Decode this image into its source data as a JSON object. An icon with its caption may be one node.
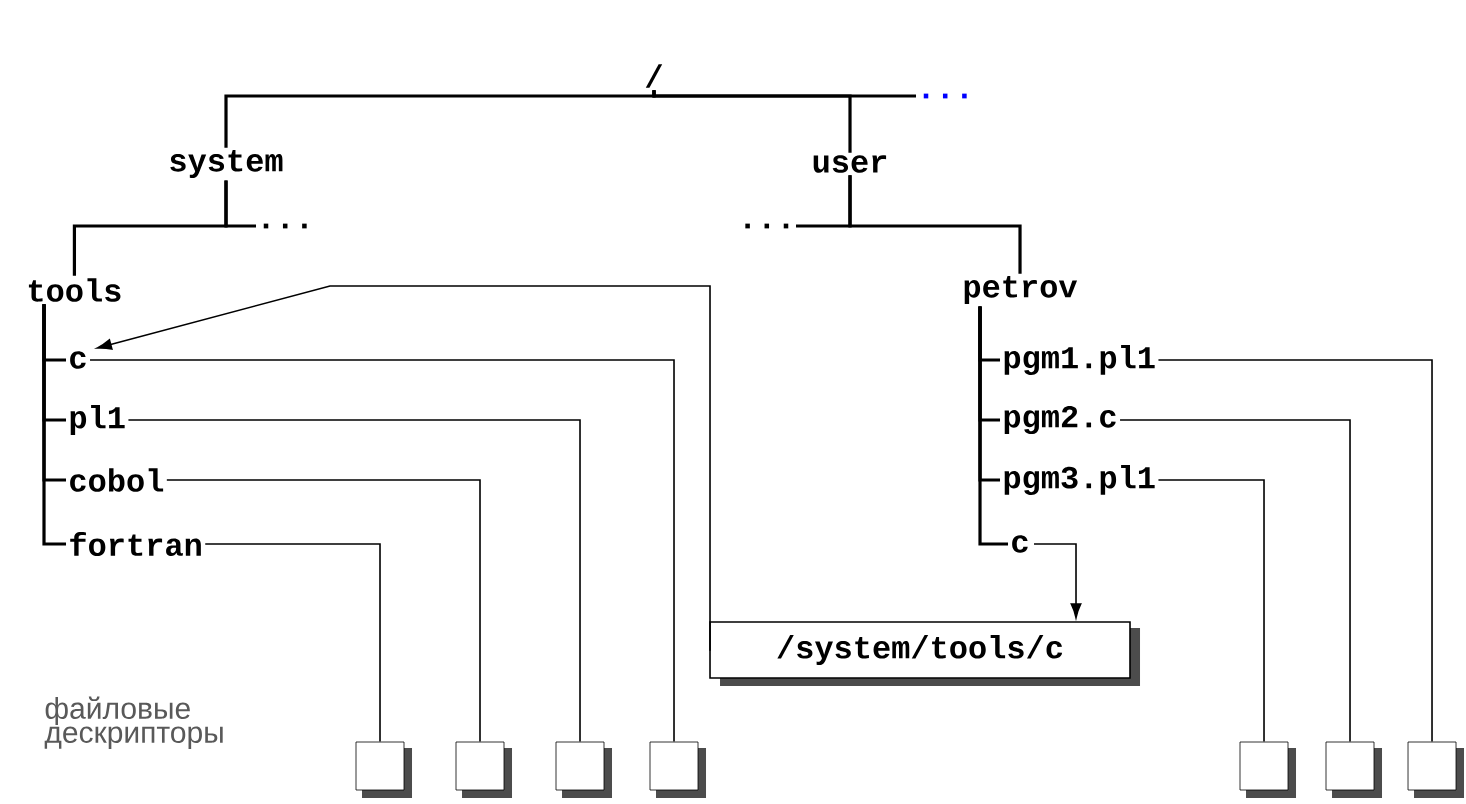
{
  "diagram": {
    "nodes": [
      {
        "text": [
          "/"
        ]
      },
      {
        "text": [
          "system"
        ]
      },
      {
        "text": [
          "user"
        ]
      },
      {
        "text": [
          "..."
        ]
      },
      {
        "text": [
          "..."
        ]
      },
      {
        "text": [
          "..."
        ]
      },
      {
        "text": [
          "tools"
        ]
      },
      {
        "text": [
          "c"
        ]
      },
      {
        "text": [
          "pl1"
        ]
      },
      {
        "text": [
          "cobol"
        ]
      },
      {
        "text": [
          "fortran"
        ]
      },
      {
        "text": [
          "petrov"
        ]
      },
      {
        "text": [
          "pgm1.pl1"
        ]
      },
      {
        "text": [
          "pgm2.c"
        ]
      },
      {
        "text": [
          "pgm3.pl1"
        ]
      },
      {
        "text": [
          "c"
        ]
      },
      {
        "text": [
          "/system/tools/c"
        ]
      },
      {
        "text": [],
        "shape": "box"
      },
      {
        "text": [],
        "shape": "box"
      },
      {
        "text": [],
        "shape": "box"
      },
      {
        "text": [],
        "shape": "box"
      },
      {
        "text": [],
        "shape": "box"
      },
      {
        "text": [],
        "shape": "box"
      },
      {
        "text": [],
        "shape": "box"
      }
    ],
    "edges": [
      {
        "from": 0,
        "to": 1,
        "arrow": "none"
      },
      {
        "from": 0,
        "to": 2,
        "arrow": "none"
      },
      {
        "from": 0,
        "to": 3,
        "arrow": "none"
      },
      {
        "from": 1,
        "to": 6,
        "arrow": "none"
      },
      {
        "from": 1,
        "to": 4,
        "arrow": "none"
      },
      {
        "from": 2,
        "to": 5,
        "arrow": "none"
      },
      {
        "from": 2,
        "to": 11,
        "arrow": "none"
      },
      {
        "from": 6,
        "to": 7,
        "arrow": "none"
      },
      {
        "from": 6,
        "to": 8,
        "arrow": "none"
      },
      {
        "from": 6,
        "to": 9,
        "arrow": "none"
      },
      {
        "from": 6,
        "to": 10,
        "arrow": "none"
      },
      {
        "from": 11,
        "to": 12,
        "arrow": "none"
      },
      {
        "from": 11,
        "to": 13,
        "arrow": "none"
      },
      {
        "from": 11,
        "to": 14,
        "arrow": "none"
      },
      {
        "from": 11,
        "to": 15,
        "arrow": "none"
      },
      {
        "from": 7,
        "to": 20,
        "arrow": "none"
      },
      {
        "from": 8,
        "to": 19,
        "arrow": "none"
      },
      {
        "from": 9,
        "to": 18,
        "arrow": "none"
      },
      {
        "from": 10,
        "to": 17,
        "arrow": "none"
      },
      {
        "from": 12,
        "to": 23,
        "arrow": "none"
      },
      {
        "from": 13,
        "to": 22,
        "arrow": "none"
      },
      {
        "from": 14,
        "to": 21,
        "arrow": "none"
      },
      {
        "from": 15,
        "to": 16,
        "arrow": "to"
      },
      {
        "from": 16,
        "to": 7,
        "arrow": "to"
      }
    ],
    "labels": [
      "файловые дескрипторы"
    ]
  }
}
